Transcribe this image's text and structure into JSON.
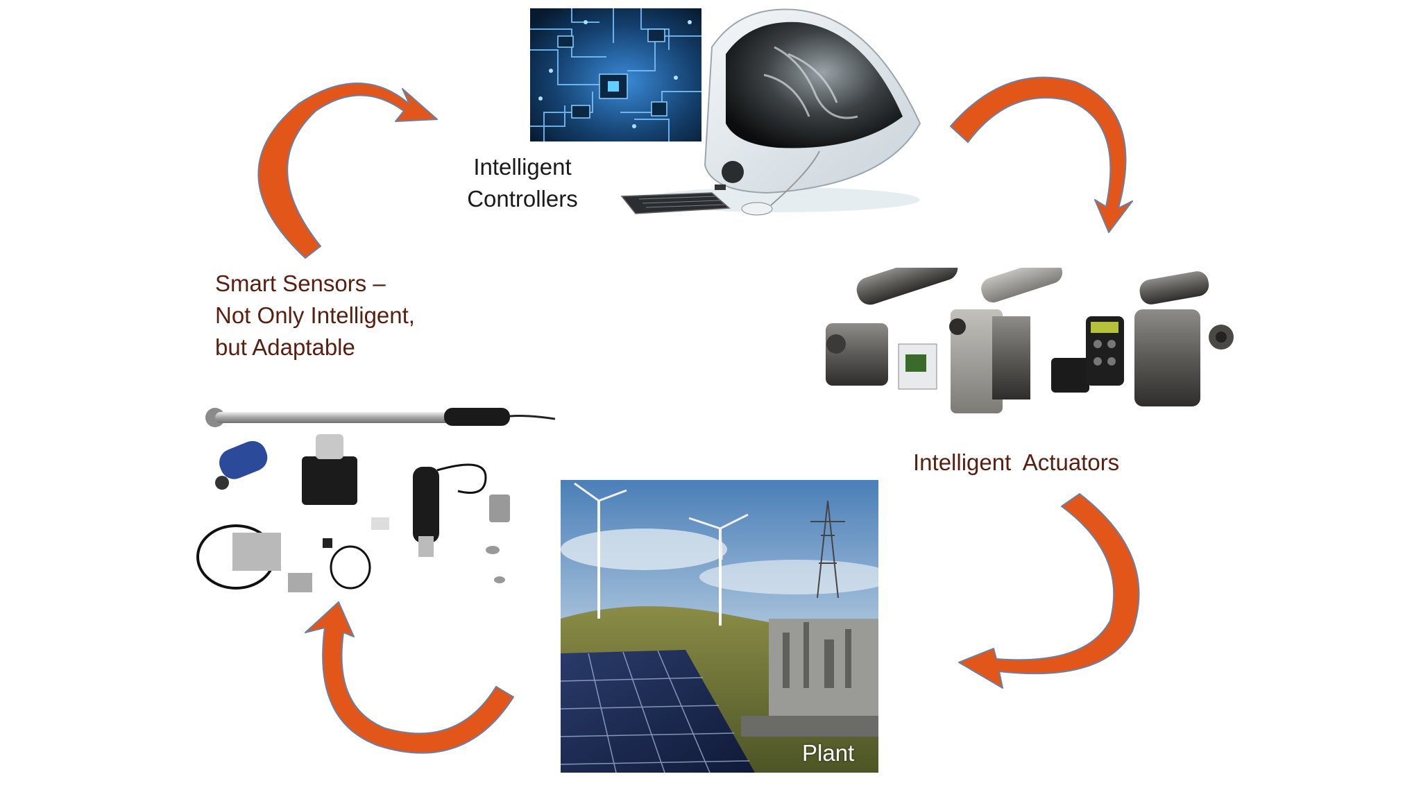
{
  "slide": {
    "labels": {
      "controllers": [
        "Intelligent",
        "Controllers"
      ],
      "sensors": [
        "Smart Sensors –",
        "Not Only Intelligent,",
        "but Adaptable"
      ],
      "actuators": "Intelligent  Actuators",
      "plant": "Plant"
    },
    "colors": {
      "arrow": "#e2561a",
      "arrow_outline": "#6b7fa3",
      "sensor_text": "#5a1e0e",
      "controller_text": "#1a1a1a"
    },
    "icons": [
      "circuit-board-image",
      "computer-image",
      "actuators-image",
      "sensors-image",
      "plant-image",
      "cycle-arrow"
    ]
  }
}
